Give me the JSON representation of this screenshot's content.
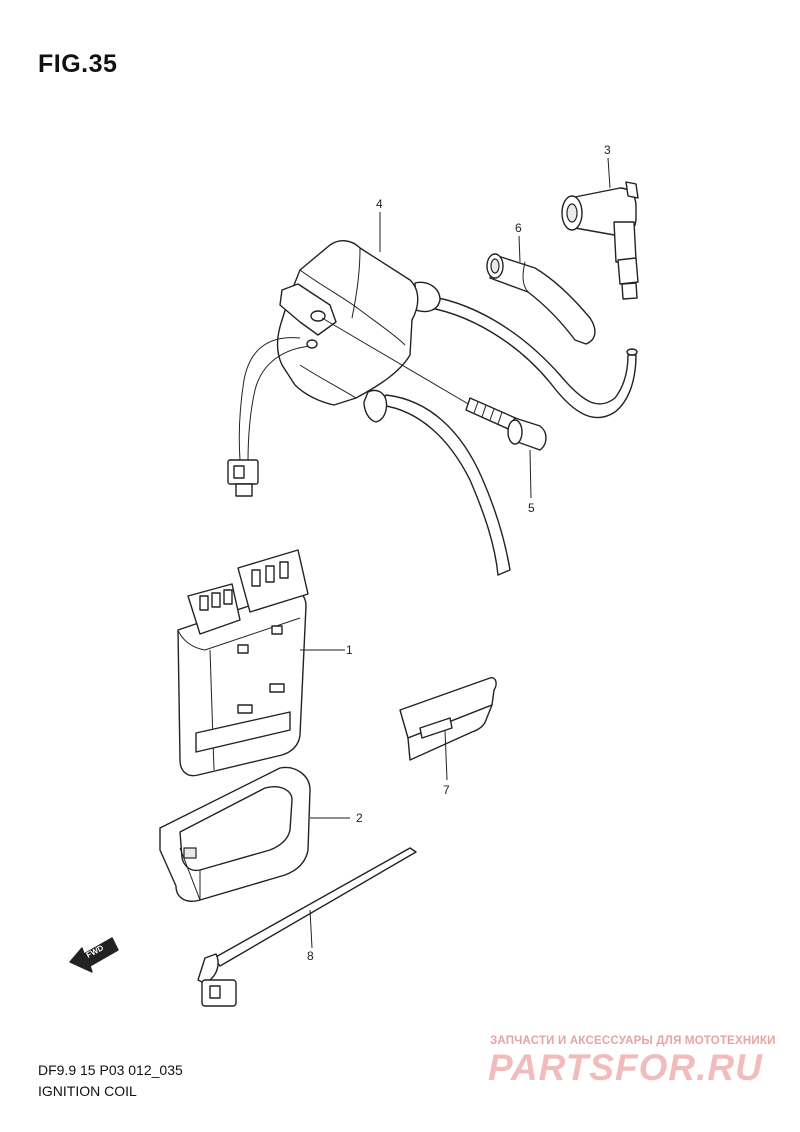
{
  "figure": {
    "title": "FIG.35",
    "model_code": "DF9.9 15 P03 012_035",
    "section_name": "IGNITION COIL"
  },
  "callouts": [
    "1",
    "2",
    "3",
    "4",
    "5",
    "6",
    "7",
    "8"
  ],
  "fwd_label": "FWD",
  "watermark": {
    "tagline": "ЗАПЧАСТИ И АКСЕССУАРЫ ДЛЯ МОТОТЕХНИКИ",
    "logo": "PARTSFOR.RU"
  }
}
